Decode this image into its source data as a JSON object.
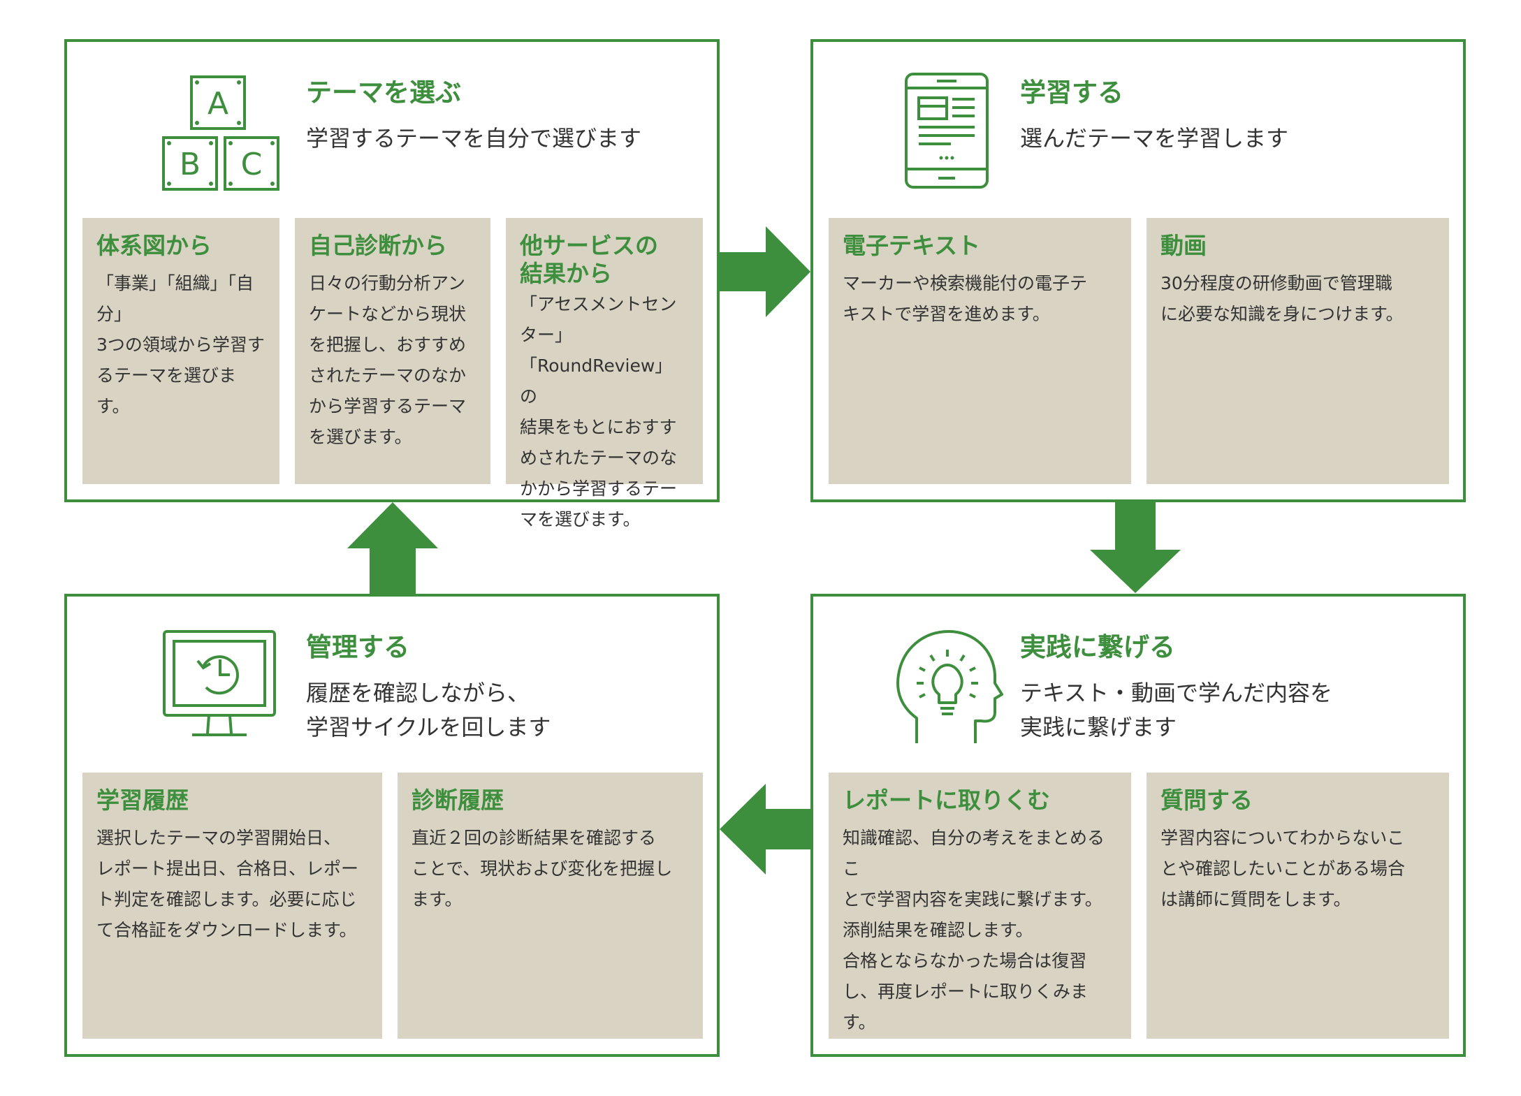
{
  "colors": {
    "accent": "#3d8f3d",
    "card": "#d9d3c3"
  },
  "panels": [
    {
      "title": "テーマを選ぶ",
      "desc": "学習するテーマを自分で選びます",
      "icon": "abc-blocks-icon",
      "icon_text": {
        "a": "A",
        "b": "B",
        "c": "C"
      },
      "cards": [
        {
          "title": "体系図から",
          "body": "「事業」「組織」「自分」\n3つの領域から学習す\nるテーマを選びます。"
        },
        {
          "title": "自己診断から",
          "body": "日々の行動分析アン\nケートなどから現状\nを把握し、おすすめ\nされたテーマのなか\nから学習するテーマ\nを選びます。"
        },
        {
          "title": "他サービスの\n結果から",
          "body": "「アセスメントセンター」\n「RoundReview」の\n結果をもとにおすす\nめされたテーマのな\nかから学習するテー\nマを選びます。"
        }
      ]
    },
    {
      "title": "学習する",
      "desc": "選んだテーマを学習します",
      "icon": "tablet-icon",
      "cards": [
        {
          "title": "電子テキスト",
          "body": "マーカーや検索機能付の電子テ\nキストで学習を進めます。"
        },
        {
          "title": "動画",
          "body": "30分程度の研修動画で管理職\nに必要な知識を身につけます。"
        }
      ]
    },
    {
      "title": "管理する",
      "desc": "履歴を確認しながら、\n学習サイクルを回します",
      "icon": "monitor-history-icon",
      "cards": [
        {
          "title": "学習履歴",
          "body": "選択したテーマの学習開始日、\nレポート提出日、合格日、レポー\nト判定を確認します。必要に応じ\nて合格証をダウンロードします。"
        },
        {
          "title": "診断履歴",
          "body": "直近２回の診断結果を確認する\nことで、現状および変化を把握し\nます。"
        }
      ]
    },
    {
      "title": "実践に繋げる",
      "desc": "テキスト・動画で学んだ内容を\n実践に繋げます",
      "icon": "head-lightbulb-icon",
      "cards": [
        {
          "title": "レポートに取りくむ",
          "body": "知識確認、自分の考えをまとめるこ\nとで学習内容を実践に繋げます。\n添削結果を確認します。\n合格とならなかった場合は復習\nし、再度レポートに取りくみます。"
        },
        {
          "title": "質問する",
          "body": "学習内容についてわからないこ\nとや確認したいことがある場合\nは講師に質問をします。"
        }
      ]
    }
  ]
}
